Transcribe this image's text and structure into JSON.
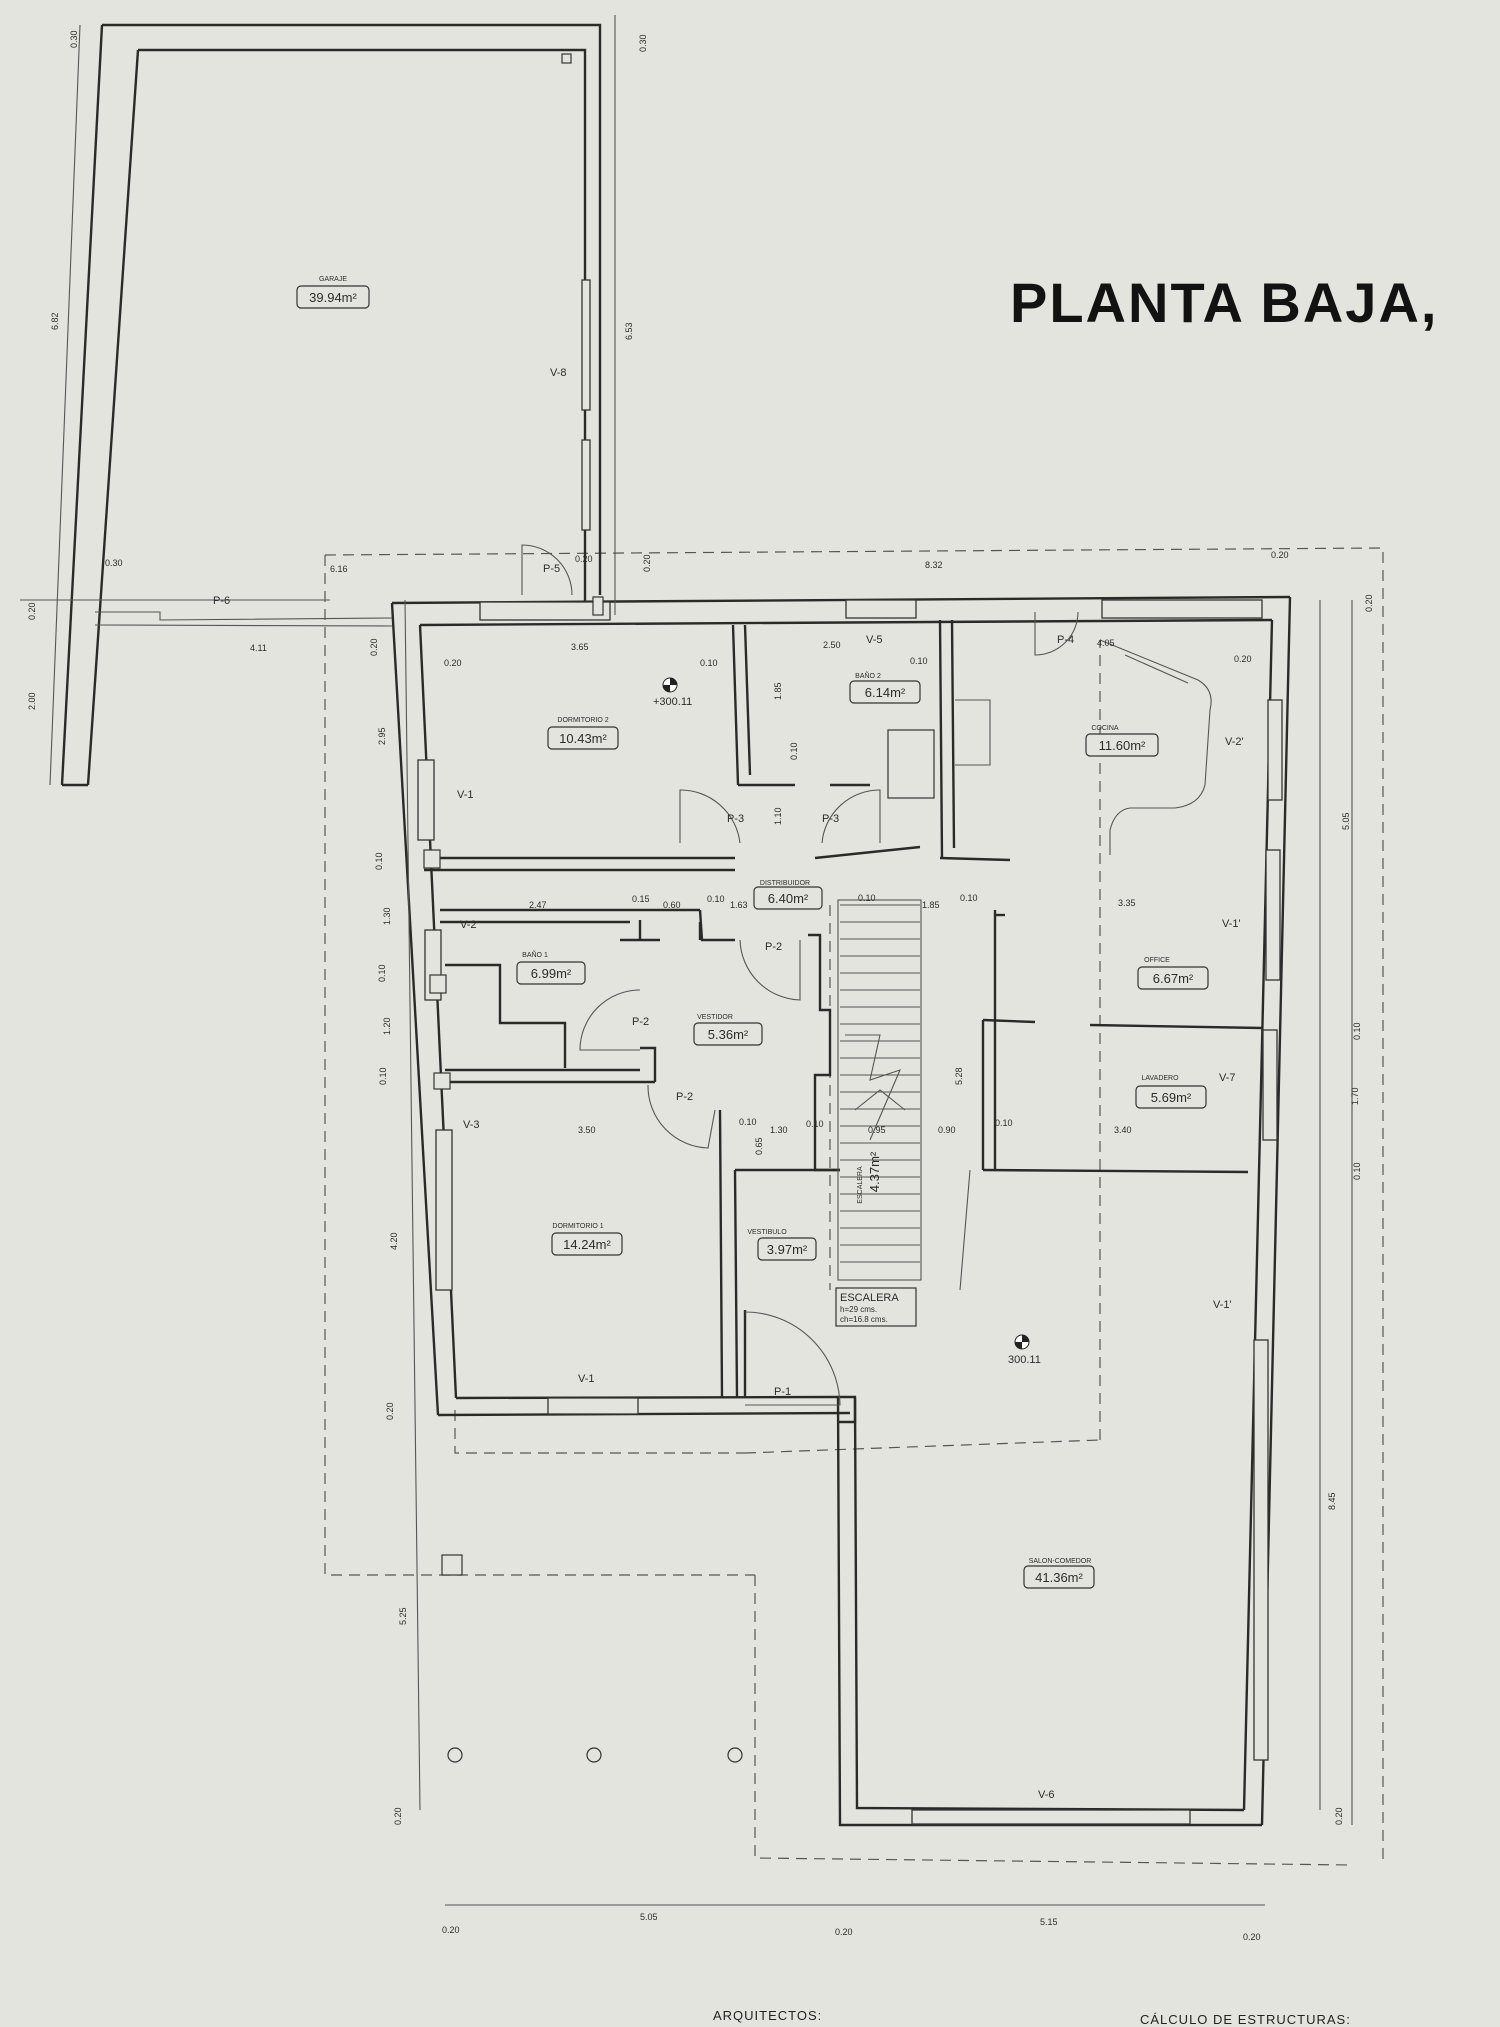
{
  "plan_title": "PLANTA BAJA,",
  "rooms": {
    "garaje": {
      "name": "GARAJE",
      "area": "39.94m²"
    },
    "dormitorio2": {
      "name": "DORMITORIO 2",
      "area": "10.43m²"
    },
    "bano2": {
      "name": "BAÑO 2",
      "area": "6.14m²"
    },
    "cocina": {
      "name": "COCINA",
      "area": "11.60m²"
    },
    "distribuidor": {
      "name": "DISTRIBUIDOR",
      "area": "6.40m²"
    },
    "bano1": {
      "name": "BAÑO 1",
      "area": "6.99m²"
    },
    "vestidor": {
      "name": "VESTIDOR",
      "area": "5.36m²"
    },
    "office": {
      "name": "OFFICE",
      "area": "6.67m²"
    },
    "lavadero": {
      "name": "LAVADERO",
      "area": "5.69m²"
    },
    "dormitorio1": {
      "name": "DORMITORIO 1",
      "area": "14.24m²"
    },
    "vestibulo": {
      "name": "VESTIBULO",
      "area": "3.97m²"
    },
    "escalera_room": {
      "name": "ESCALERA",
      "area": "4.37m²"
    },
    "salon": {
      "name": "SALON-COMEDOR",
      "area": "41.36m²"
    }
  },
  "stair_note": {
    "title": "ESCALERA",
    "h": "h=29  cms.",
    "ch": "ch=16.8  cms."
  },
  "levels": {
    "upper": "+300.11",
    "main": "300.11"
  },
  "doors": {
    "p1": "P-1",
    "p2": "P-2",
    "p3": "P-3",
    "p4": "P-4",
    "p5": "P-5",
    "p6": "P-6"
  },
  "windows": {
    "v1": "V-1",
    "v1p": "V-1'",
    "v2": "V-2",
    "v2p": "V-2'",
    "v3": "V-3",
    "v5": "V-5",
    "v6": "V-6",
    "v7": "V-7",
    "v8": "V-8"
  },
  "dims": {
    "d030": "0.30",
    "d020": "0.20",
    "d682": "6.82",
    "d653": "6.53",
    "d411": "4.11",
    "d200": "2.00",
    "d616": "6.16",
    "d832": "8.32",
    "d365": "3.65",
    "d010": "0.10",
    "d250": "2.50",
    "d185": "1.85",
    "d405": "4.05",
    "d295": "2.95",
    "d505": "5.05",
    "d247": "2.47",
    "d015": "0.15",
    "d060": "0.60",
    "d163": "1.63",
    "d335": "3.35",
    "d130": "1.30",
    "d120": "1.20",
    "d170": "1.70",
    "d528": "5.28",
    "d350": "3.50",
    "d065": "0.65",
    "d095": "0.95",
    "d090": "0.90",
    "d340": "3.40",
    "d420": "4.20",
    "d845": "8.45",
    "d525": "5.25",
    "d515": "5.15",
    "d110": "1.10"
  },
  "footer": {
    "left": "ARQUITECTOS:",
    "right": "CÁLCULO  DE  ESTRUCTURAS:"
  }
}
